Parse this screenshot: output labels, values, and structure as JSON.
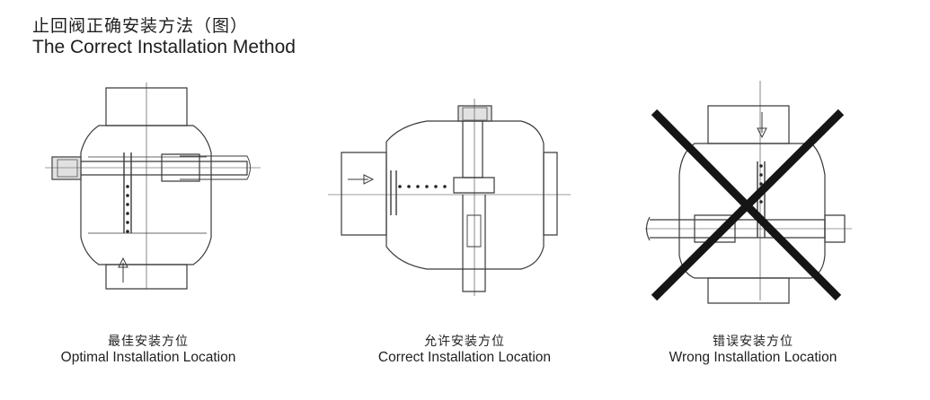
{
  "title": {
    "cn": "止回阀正确安装方法（图）",
    "en": "The Correct Installation Method"
  },
  "figures": [
    {
      "cn": "最佳安装方位",
      "en": "Optimal Installation Location"
    },
    {
      "cn": "允许安装方位",
      "en": "Correct Installation Location"
    },
    {
      "cn": "错误安装方位",
      "en": "Wrong Installation Location"
    }
  ],
  "colors": {
    "line": "#3a3a3a",
    "cross": "#151515",
    "fill": "#ffffff",
    "hatch": "#555555"
  }
}
